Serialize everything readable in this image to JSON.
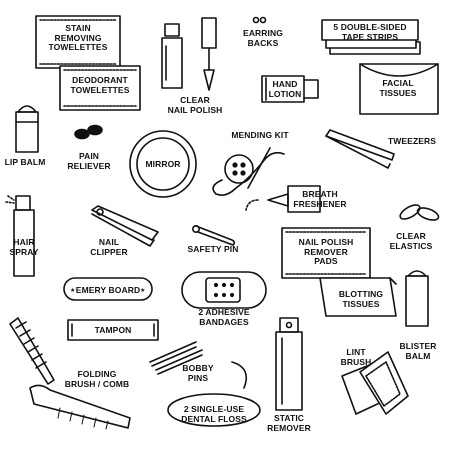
{
  "colors": {
    "ink": "#111111",
    "paper": "#ffffff"
  },
  "items": {
    "stain_towelettes": "STAIN\nREMOVING\nTOWELETTES",
    "deodorant_towelettes": "DEODORANT\nTOWELETTES",
    "clear_nail_polish": "CLEAR\nNAIL POLISH",
    "earring_backs": "EARRING\nBACKS",
    "tape_strips": "5 DOUBLE-SIDED\nTAPE STRIPS",
    "hand_lotion": "HAND\nLOTION",
    "facial_tissues": "FACIAL\nTISSUES",
    "lip_balm": "LIP BALM",
    "pain_reliever": "PAIN\nRELIEVER",
    "mirror": "MIRROR",
    "mending_kit": "MENDING KIT",
    "tweezers": "TWEEZERS",
    "breath_freshener": "BREATH\nFRESHENER",
    "hair_spray": "HAIR\nSPRAY",
    "nail_clipper": "NAIL\nCLIPPER",
    "safety_pin": "SAFETY PIN",
    "nail_polish_remover": "NAIL POLISH\nREMOVER\nPADS",
    "clear_elastics": "CLEAR\nELASTICS",
    "emery_board": "EMERY BOARD",
    "blotting_tissues": "BLOTTING\nTISSUES",
    "blister_balm": "BLISTER\nBALM",
    "adhesive_bandages": "2 ADHESIVE\nBANDAGES",
    "tampon": "TAMPON",
    "lint_brush": "LINT\nBRUSH",
    "folding_brush": "FOLDING\nBRUSH / COMB",
    "bobby_pins": "BOBBY\nPINS",
    "dental_floss": "2 SINGLE-USE\nDENTAL FLOSS",
    "static_remover": "STATIC\nREMOVER"
  }
}
